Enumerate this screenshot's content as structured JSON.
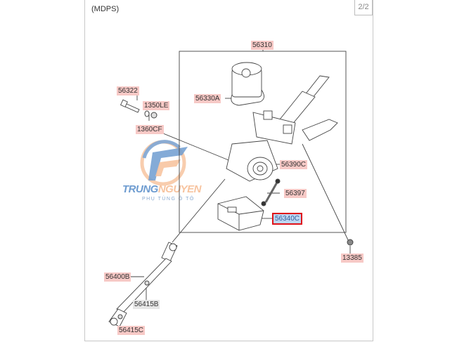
{
  "header": {
    "title": "(MDPS)",
    "page_indicator": "2/2"
  },
  "watermark": {
    "brand_part1": "TRUNG",
    "brand_part2": "NGUYEN",
    "tagline": "PHỤ TÙNG Ô TÔ",
    "colors": {
      "blue": "#6e9cd0",
      "orange": "#f7c4a0"
    }
  },
  "parts": [
    {
      "id": "56310",
      "style": "normal"
    },
    {
      "id": "56330A",
      "style": "normal"
    },
    {
      "id": "56322",
      "style": "normal"
    },
    {
      "id": "1350LE",
      "style": "normal"
    },
    {
      "id": "1360CF",
      "style": "normal"
    },
    {
      "id": "56390C",
      "style": "normal"
    },
    {
      "id": "56397",
      "style": "normal"
    },
    {
      "id": "56340C",
      "style": "selected"
    },
    {
      "id": "13385",
      "style": "normal"
    },
    {
      "id": "56400B",
      "style": "normal"
    },
    {
      "id": "56415B",
      "style": "gray"
    },
    {
      "id": "56415C",
      "style": "normal"
    }
  ],
  "colors": {
    "label_bg": "#f7c9c6",
    "selected_bg": "#bcd6f3",
    "selected_border": "#e0131a"
  }
}
